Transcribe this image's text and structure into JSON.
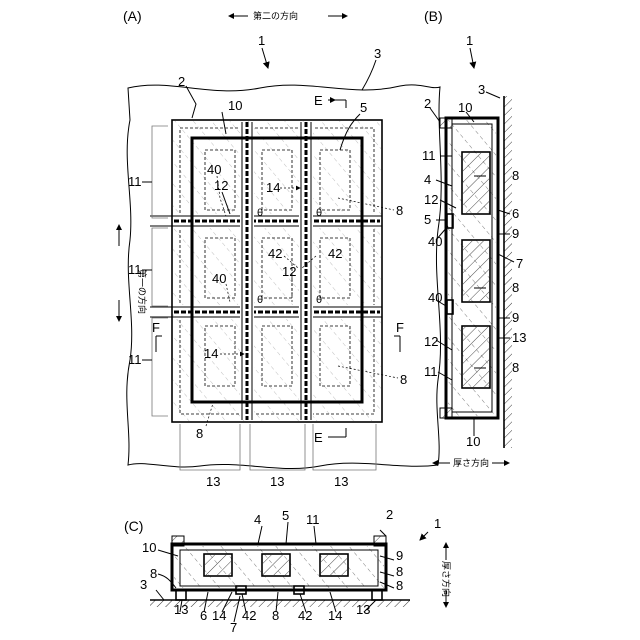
{
  "panels": {
    "a": "(A)",
    "b": "(B)",
    "c": "(C)"
  },
  "directions": {
    "second": "第二の方向",
    "first": "第一の方向",
    "thickness_b": "厚さ方向",
    "thickness_c": "厚さ方向"
  },
  "section_marks": {
    "e_top": "E",
    "e_bottom": "E",
    "f_left": "F",
    "f_right": "F"
  },
  "labels_a": {
    "n1": "1",
    "n2": "2",
    "n3": "3",
    "n5": "5",
    "n10": "10",
    "n11_top": "11",
    "n11_mid": "11",
    "n11_bot": "11",
    "n40_top": "40",
    "n12_top": "12",
    "n14_top": "14",
    "n8_top": "8",
    "theta_1": "θ",
    "theta_2": "θ",
    "theta_3": "θ",
    "theta_4": "θ",
    "n42_left": "42",
    "n42_right": "42",
    "n12_mid": "12",
    "n40_mid": "40",
    "n14_bot": "14",
    "n8_right": "8",
    "n8_bottom": "8",
    "n13_1": "13",
    "n13_2": "13",
    "n13_3": "13"
  },
  "labels_b": {
    "n1": "1",
    "n3": "3",
    "n2": "2",
    "n10_top": "10",
    "n11_top": "11",
    "n4": "4",
    "n8_1": "8",
    "n12_top": "12",
    "n6": "6",
    "n5": "5",
    "n40_top": "40",
    "n9_top": "9",
    "n7": "7",
    "n8_2": "8",
    "n40_bot": "40",
    "n9_bot": "9",
    "n13": "13",
    "n12_bot": "12",
    "n8_3": "8",
    "n11_bot": "11",
    "n10_bot": "10"
  },
  "labels_c": {
    "n4": "4",
    "n5": "5",
    "n11": "11",
    "n2": "2",
    "n1": "1",
    "n10": "10",
    "n9": "9",
    "n8_left": "8",
    "n8_right_a": "8",
    "n8_right_b": "8",
    "n3": "3",
    "n13_left": "13",
    "n6": "6",
    "n14_left": "14",
    "n42_left": "42",
    "n7": "7",
    "n8_bottom": "8",
    "n42_right": "42",
    "n14_right": "14",
    "n13_right": "13"
  }
}
